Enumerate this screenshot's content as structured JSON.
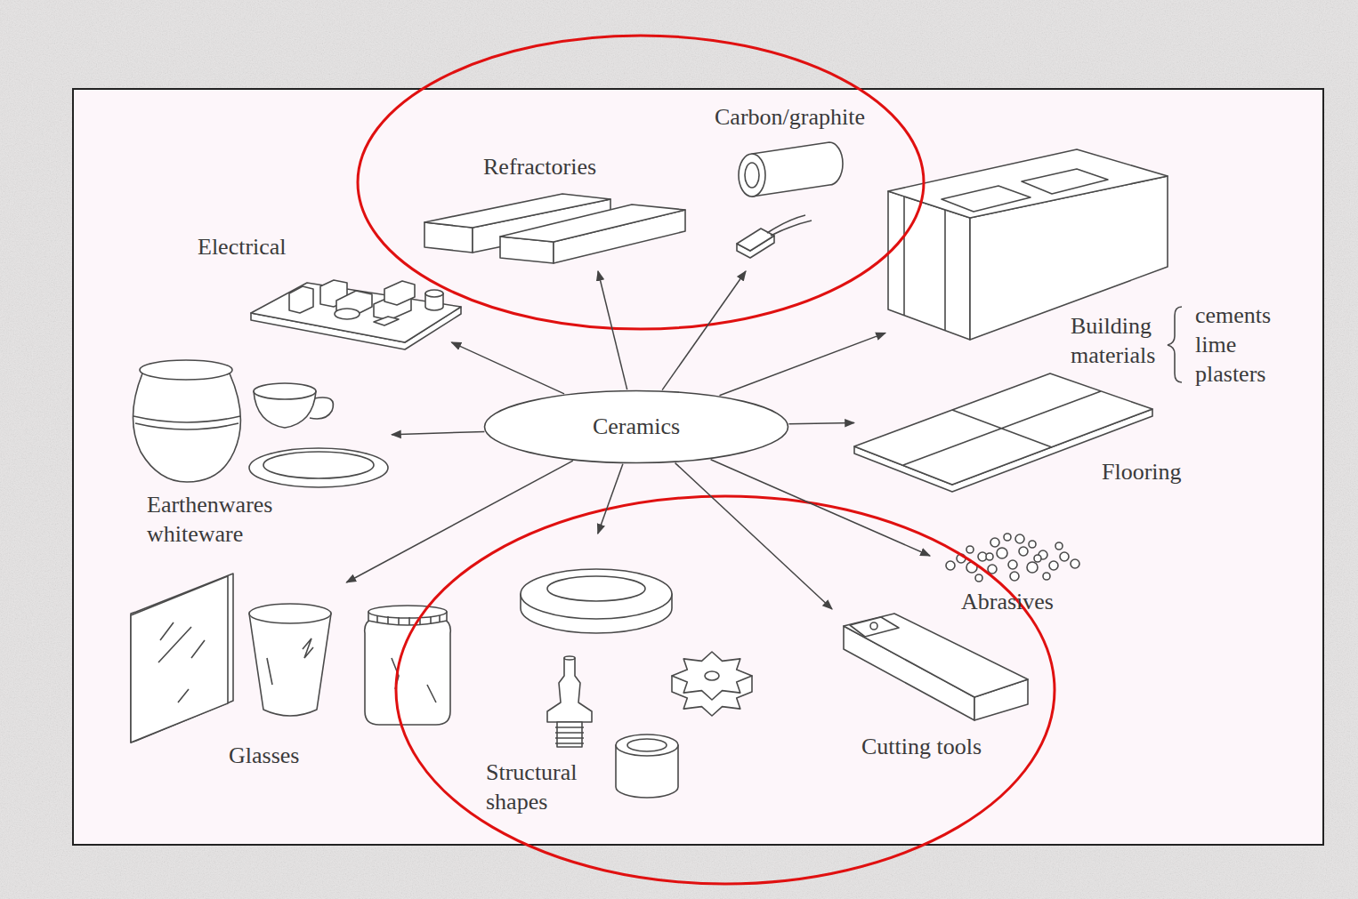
{
  "diagram": {
    "nodes": [
      {
        "text": [
          "Refractories"
        ]
      },
      {
        "text": [
          "Carbon/graphite"
        ]
      },
      {
        "text": [
          "Electrical"
        ]
      },
      {
        "text": [
          "Building materials",
          "cements lime plasters"
        ]
      },
      {
        "text": [
          "Ceramics"
        ]
      },
      {
        "text": [
          "Earthenwares whiteware"
        ]
      },
      {
        "text": [
          "Flooring"
        ]
      },
      {
        "text": [
          "Abrasives"
        ]
      },
      {
        "text": [
          "Glasses"
        ]
      },
      {
        "text": [
          "Structural shapes"
        ]
      },
      {
        "text": [
          "Cutting tools"
        ]
      }
    ],
    "edges": [
      {
        "from": 4,
        "to": 0,
        "arrow": "to"
      },
      {
        "from": 4,
        "to": 1,
        "arrow": "to"
      },
      {
        "from": 4,
        "to": 2,
        "arrow": "to"
      },
      {
        "from": 4,
        "to": 3,
        "arrow": "to"
      },
      {
        "from": 4,
        "to": 5,
        "arrow": "to"
      },
      {
        "from": 4,
        "to": 6,
        "arrow": "to"
      },
      {
        "from": 4,
        "to": 7,
        "arrow": "to"
      },
      {
        "from": 4,
        "to": 8,
        "arrow": "to"
      },
      {
        "from": 4,
        "to": 9,
        "arrow": "to"
      },
      {
        "from": 4,
        "to": 10,
        "arrow": "to"
      }
    ]
  }
}
